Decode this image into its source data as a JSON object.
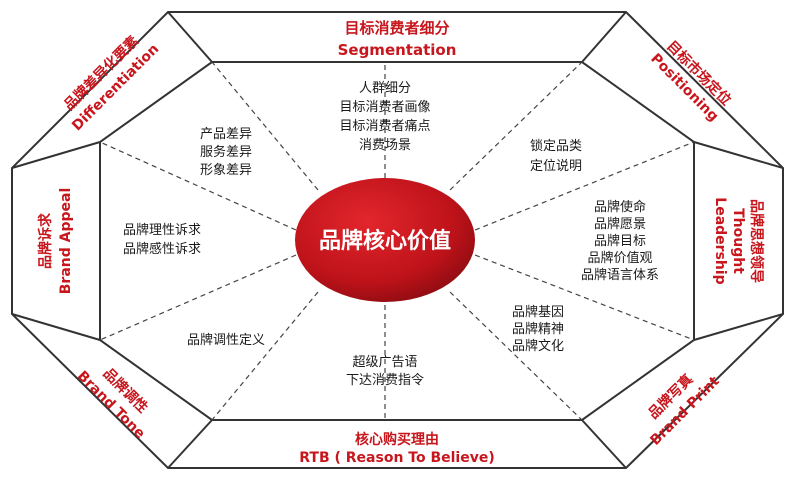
{
  "center": {
    "label": "品牌核心价值"
  },
  "segments": {
    "top": {
      "label_cn": "目标消费者细分",
      "label_en": "Segmentation",
      "items": [
        "人群细分",
        "目标消费者画像",
        "目标消费者痛点",
        "消费场景"
      ]
    },
    "top_right": {
      "label_cn": "目标市场定位",
      "label_en": "Positioning",
      "items": [
        "锁定品类",
        "定位说明"
      ]
    },
    "right": {
      "label_cn": "品牌思想领导",
      "label_en_1": "Thought",
      "label_en_2": "Leadership",
      "items": [
        "品牌使命",
        "品牌愿景",
        "品牌目标",
        "品牌价值观",
        "品牌语言体系"
      ]
    },
    "bottom_right": {
      "label_cn": "品牌写真",
      "label_en": "Brand Print",
      "items": [
        "品牌基因",
        "品牌精神",
        "品牌文化"
      ]
    },
    "bottom": {
      "label_cn": "核心购买理由",
      "label_en": "RTB ( Reason To Believe)",
      "items": [
        "超级广告语",
        "下达消费指令"
      ]
    },
    "bottom_left": {
      "label_cn": "品牌调性",
      "label_en": "Brand Tone",
      "items": [
        "品牌调性定义"
      ]
    },
    "left": {
      "label_cn": "品牌诉求",
      "label_en": "Brand Appeal",
      "items": [
        "品牌理性诉求",
        "品牌感性诉求"
      ]
    },
    "top_left": {
      "label_cn": "品牌差异化要素",
      "label_en": "Differentiation",
      "items": [
        "产品差异",
        "服务差异",
        "形象差异"
      ]
    }
  },
  "colors": {
    "accent": "#c8161d",
    "center_fill": "#c0121a",
    "outline": "#333333"
  }
}
